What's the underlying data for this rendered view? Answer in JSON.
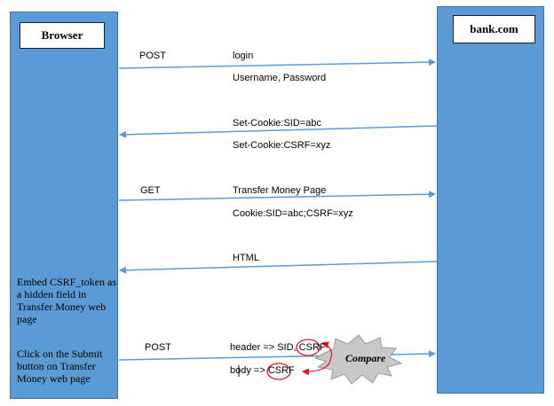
{
  "browser": {
    "title": "Browser"
  },
  "server": {
    "title": "bank.com"
  },
  "messages": [
    {
      "method": "POST",
      "text": "login",
      "detail": "Username, Password"
    },
    {
      "method": "",
      "text": "Set-Cookie:SID=abc",
      "detail": "Set-Cookie:CSRF=xyz"
    },
    {
      "method": "GET",
      "text": "Transfer Money Page",
      "detail": "Cookie:SID=abc;CSRF=xyz"
    },
    {
      "method": "",
      "text": "HTML",
      "detail": ""
    },
    {
      "method": "POST",
      "text": "header => SID, CSRF",
      "detail": "body => CSRF"
    }
  ],
  "notes": {
    "embed": "Embed CSRF_token as a hidden field in Transfer Money web page",
    "submit": "Click on the Submit button on Transfer Money web page"
  },
  "compare": {
    "label": "Compare"
  },
  "colors": {
    "lane": "#5b9bd5",
    "arrow": "#5b9bd5",
    "highlight": "#e8131a",
    "burst": "#c8c8c8"
  }
}
